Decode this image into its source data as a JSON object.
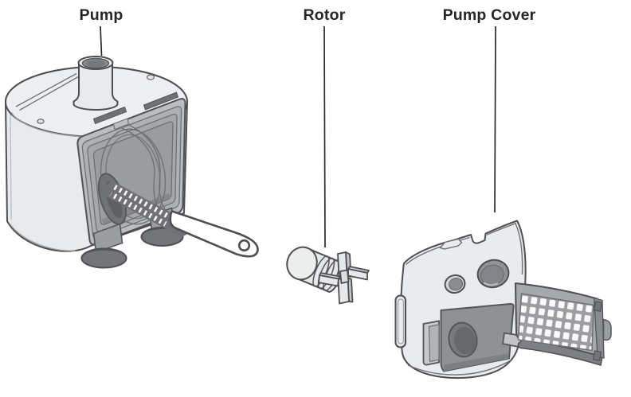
{
  "diagram": {
    "type": "exploded-parts-diagram",
    "background_color": "#ffffff",
    "label_color": "#262627",
    "leader_line_color": "#2a2a2b",
    "palette": {
      "outline": "#4d4f52",
      "body_light_gray": "#e9eaeb",
      "panel_mid_gray": "#9a9c9f",
      "recess_dark_gray": "#8f9194",
      "accent_dark_gray": "#6f7174",
      "suction_cup_gray": "#737579",
      "grate_hole_white": "#fafafa"
    },
    "parts": [
      {
        "id": "pump",
        "label": "Pump",
        "illustration": "pump-body-with-outlet-tube-cleaning-brush-and-suction-cups"
      },
      {
        "id": "rotor",
        "label": "Rotor",
        "illustration": "magnetic-rotor-with-impeller-blades"
      },
      {
        "id": "pump_cover",
        "label": "Pump Cover",
        "illustration": "pump-cover-with-open-filter-grate-door"
      }
    ]
  }
}
